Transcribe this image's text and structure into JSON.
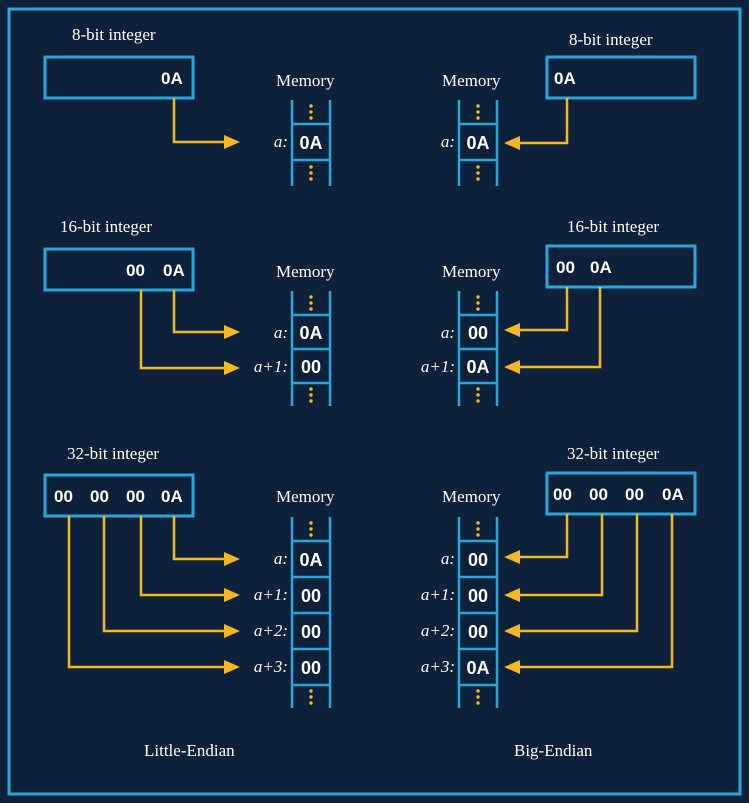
{
  "colors": {
    "background": "#0d223a",
    "outline": "#2aa6da",
    "arrow": "#f6b820",
    "text": "#ffffff"
  },
  "left": {
    "caption": "Little-Endian",
    "examples": [
      {
        "label": "8-bit integer",
        "bytes": [
          "0A"
        ],
        "memory_label": "Memory",
        "addresses": [
          "a:"
        ],
        "cells": [
          "0A"
        ]
      },
      {
        "label": "16-bit integer",
        "bytes": [
          "00",
          "0A"
        ],
        "memory_label": "Memory",
        "addresses": [
          "a:",
          "a+1:"
        ],
        "cells": [
          "0A",
          "00"
        ]
      },
      {
        "label": "32-bit integer",
        "bytes": [
          "00",
          "00",
          "00",
          "0A"
        ],
        "memory_label": "Memory",
        "addresses": [
          "a:",
          "a+1:",
          "a+2:",
          "a+3:"
        ],
        "cells": [
          "0A",
          "00",
          "00",
          "00"
        ]
      }
    ]
  },
  "right": {
    "caption": "Big-Endian",
    "examples": [
      {
        "label": "8-bit integer",
        "bytes": [
          "0A"
        ],
        "memory_label": "Memory",
        "addresses": [
          "a:"
        ],
        "cells": [
          "0A"
        ]
      },
      {
        "label": "16-bit integer",
        "bytes": [
          "00",
          "0A"
        ],
        "memory_label": "Memory",
        "addresses": [
          "a:",
          "a+1:"
        ],
        "cells": [
          "00",
          "0A"
        ]
      },
      {
        "label": "32-bit integer",
        "bytes": [
          "00",
          "00",
          "00",
          "0A"
        ],
        "memory_label": "Memory",
        "addresses": [
          "a:",
          "a+1:",
          "a+2:",
          "a+3:"
        ],
        "cells": [
          "00",
          "00",
          "00",
          "0A"
        ]
      }
    ]
  }
}
